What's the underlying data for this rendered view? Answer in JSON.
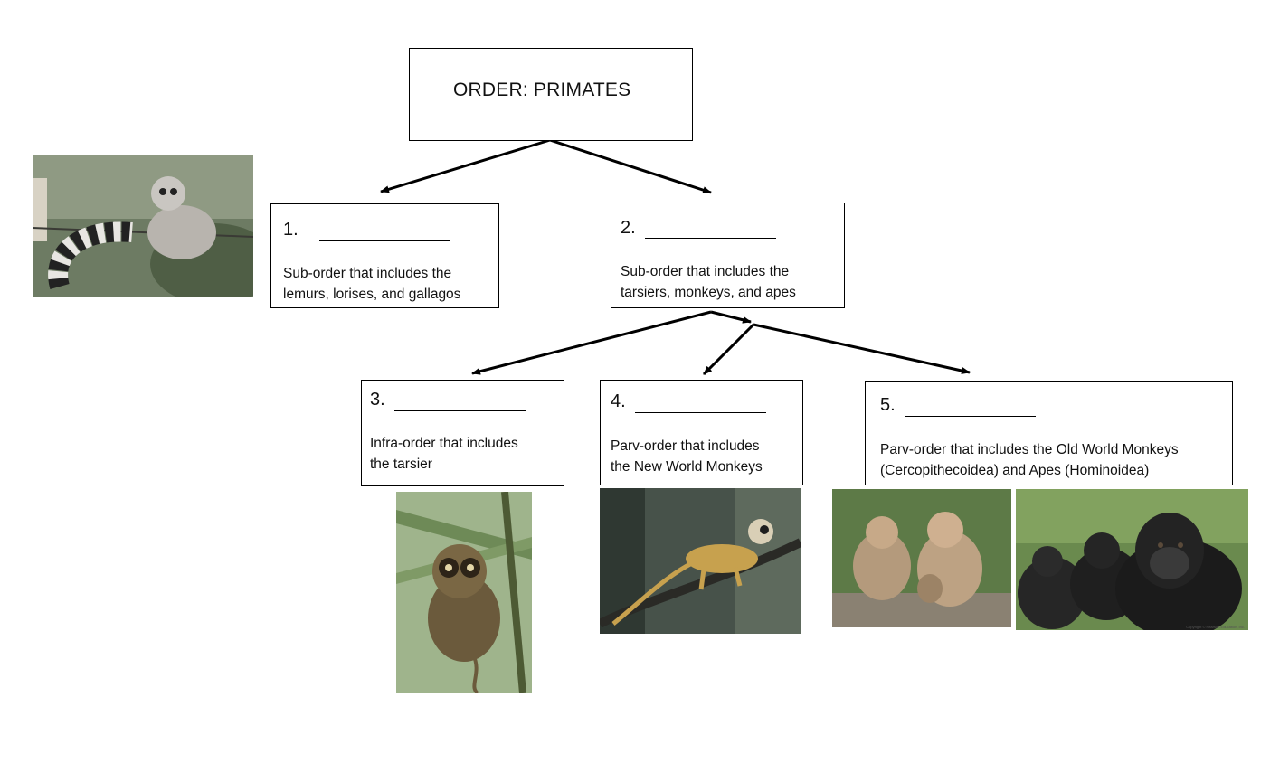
{
  "root": {
    "label": "ORDER: PRIMATES"
  },
  "nodes": [
    {
      "number": "1.",
      "description_lines": [
        "Sub-order that includes the",
        "lemurs, lorises, and gallagos"
      ]
    },
    {
      "number": "2.",
      "description_lines": [
        "Sub-order that includes the",
        "tarsiers, monkeys, and apes"
      ]
    },
    {
      "number": "3.",
      "description_lines": [
        "Infra-order that includes",
        "the tarsier"
      ]
    },
    {
      "number": "4.",
      "description_lines": [
        "Parv-order that includes",
        "the New World Monkeys"
      ]
    },
    {
      "number": "5.",
      "description_lines": [
        "Parv-order that includes the Old World Monkeys",
        "(Cercopithecoidea)  and Apes (Hominoidea)"
      ]
    }
  ],
  "photos": [
    {
      "subject": "ring-tailed lemur"
    },
    {
      "subject": "tarsier"
    },
    {
      "subject": "squirrel monkey"
    },
    {
      "subject": "macaques"
    },
    {
      "subject": "gorilla",
      "credit": "Copyright © Pearson Education, Inc."
    }
  ],
  "colors": {
    "line": "#000000",
    "background": "#ffffff"
  }
}
